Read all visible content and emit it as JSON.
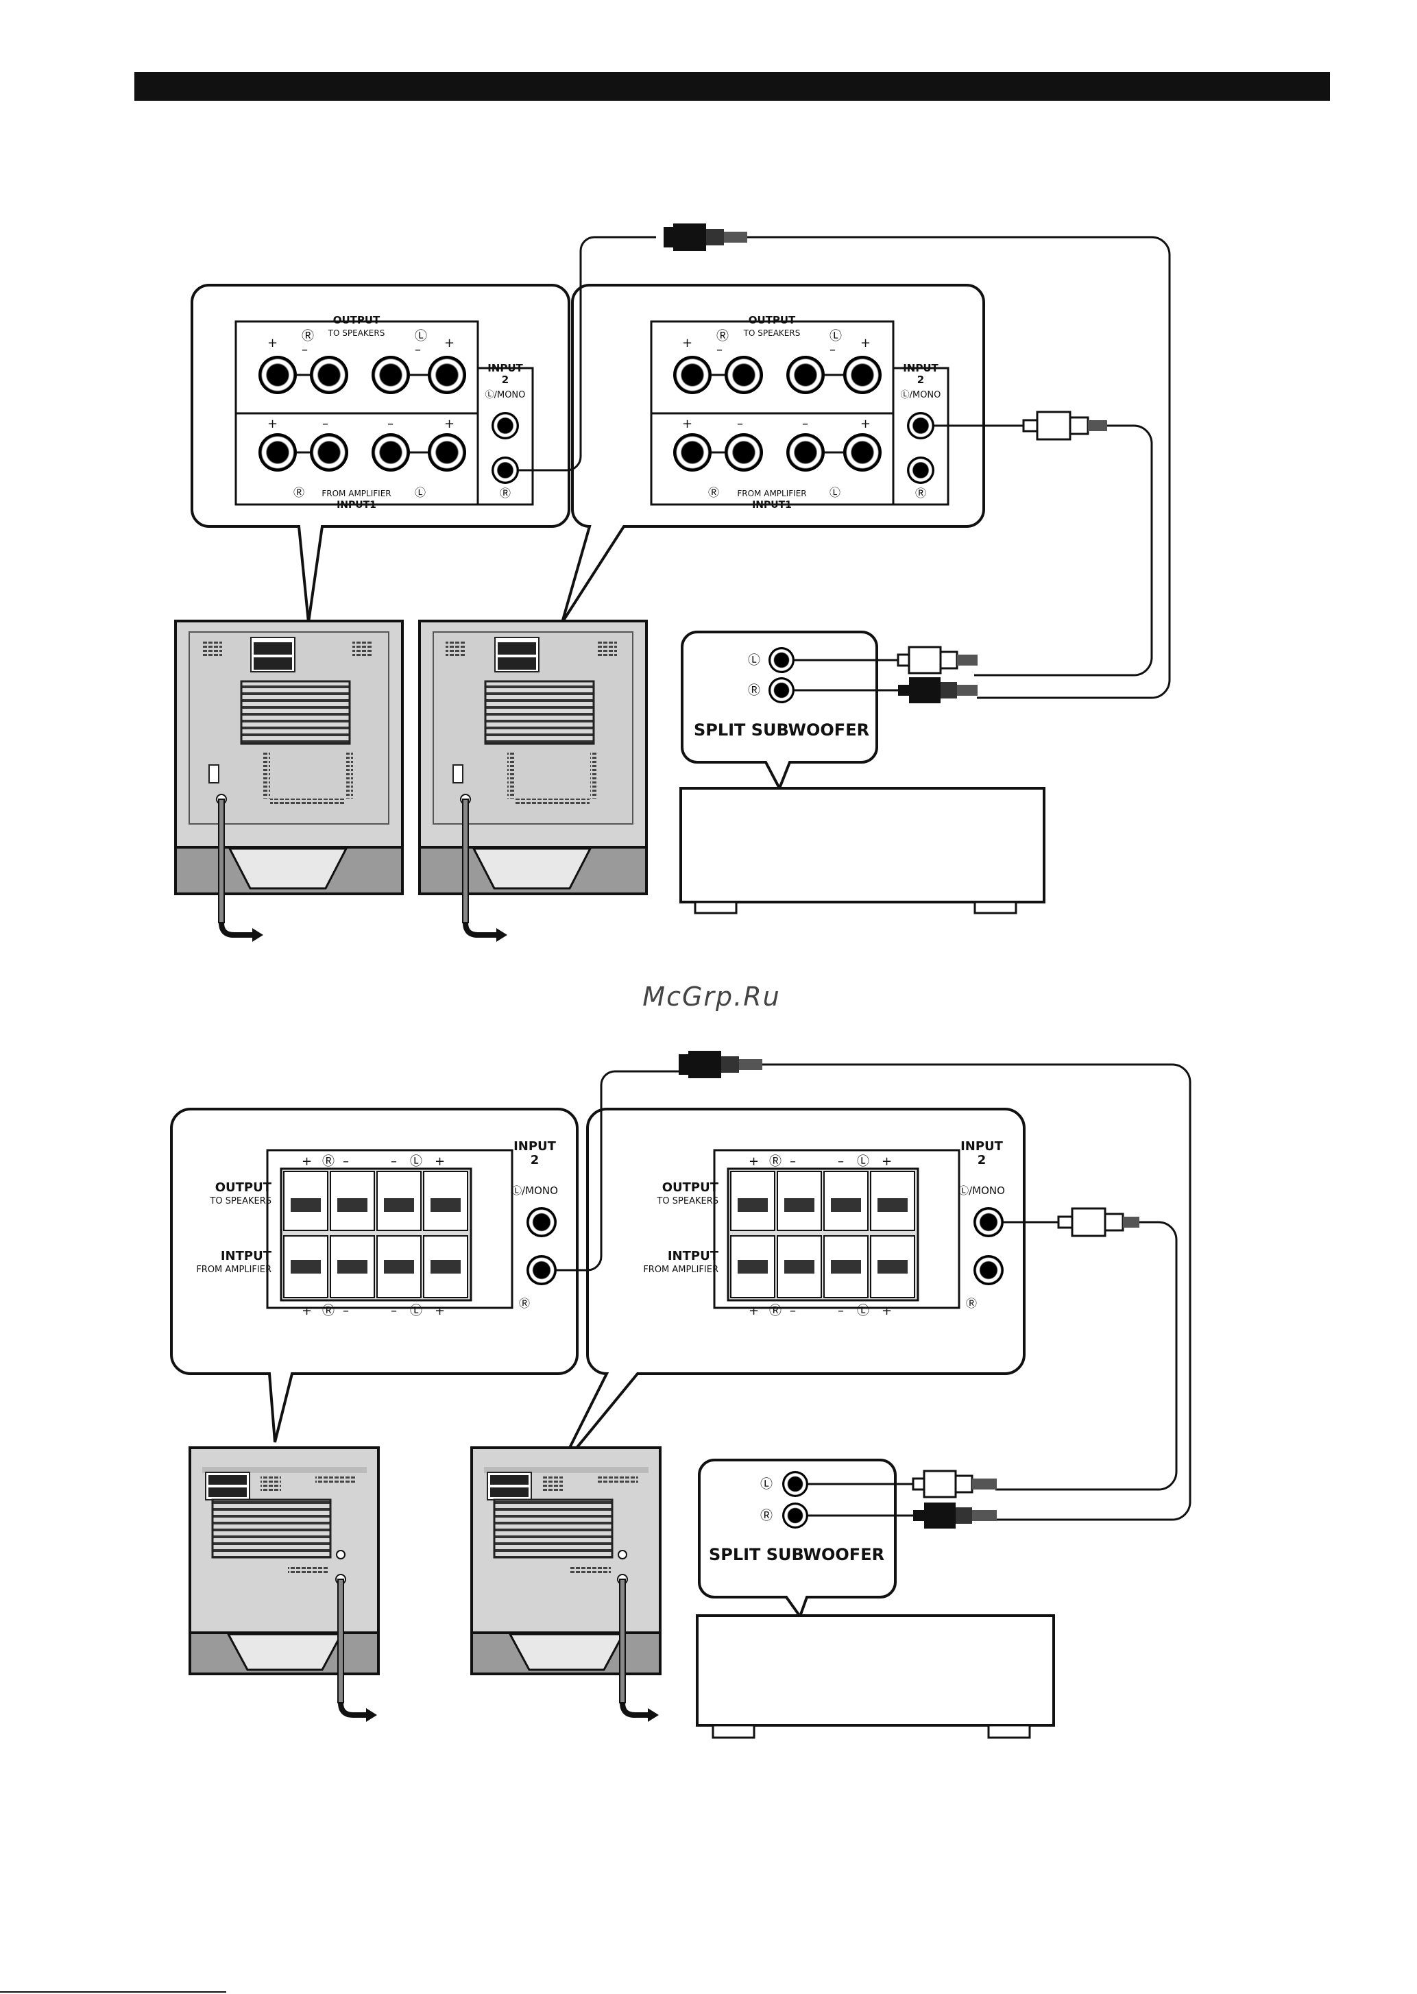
{
  "page": {
    "watermark": "McGrp.Ru"
  },
  "labels": {
    "output": "OUTPUT",
    "to_speakers": "TO SPEAKERS",
    "from_amplifier": "FROM AMPLIFIER",
    "input1": "INPUT1",
    "input": "INPUT",
    "two": "2",
    "mono": "Ⓛ/MONO",
    "r": "Ⓡ",
    "l": "Ⓛ",
    "plus": "+",
    "minus": "–",
    "intput": "INTPUT",
    "split_subwoofer": "SPLIT SUBWOOFER"
  },
  "colors": {
    "ink": "#111111",
    "panel": "#d4d4d4",
    "panel_dark": "#9a9a9a",
    "paper": "#ffffff"
  }
}
